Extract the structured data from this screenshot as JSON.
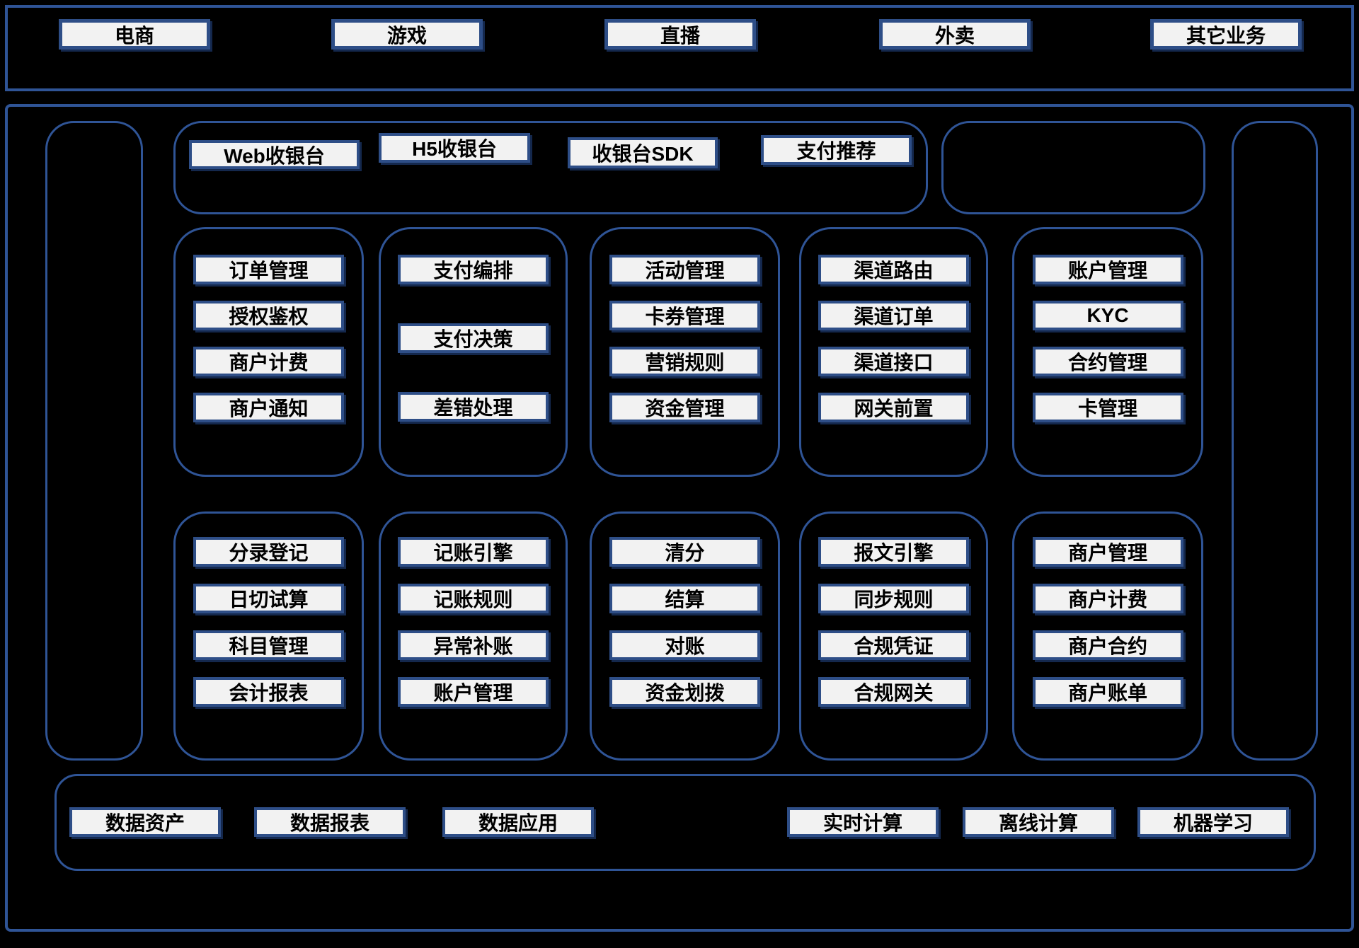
{
  "colors": {
    "canvas_bg": "#000000",
    "container_border": "#2F5496",
    "box_border": "#2E4E87",
    "box_bg": "#F2F2F2",
    "box_text": "#000000",
    "box_shadow": "#14284D"
  },
  "business_layer": {
    "items": [
      "电商",
      "游戏",
      "直播",
      "外卖",
      "其它业务"
    ]
  },
  "cashier_section": {
    "items": [
      "Web收银台",
      "H5收银台",
      "收银台SDK",
      "支付推荐"
    ]
  },
  "upper_groups": [
    {
      "items": [
        "订单管理",
        "授权鉴权",
        "商户计费",
        "商户通知"
      ]
    },
    {
      "items": [
        "支付编排",
        "支付决策",
        "差错处理"
      ]
    },
    {
      "items": [
        "活动管理",
        "卡券管理",
        "营销规则",
        "资金管理"
      ]
    },
    {
      "items": [
        "渠道路由",
        "渠道订单",
        "渠道接口",
        "网关前置"
      ]
    },
    {
      "items": [
        "账户管理",
        "KYC",
        "合约管理",
        "卡管理"
      ]
    }
  ],
  "lower_groups": [
    {
      "items": [
        "分录登记",
        "日切试算",
        "科目管理",
        "会计报表"
      ]
    },
    {
      "items": [
        "记账引擎",
        "记账规则",
        "异常补账",
        "账户管理"
      ]
    },
    {
      "items": [
        "清分",
        "结算",
        "对账",
        "资金划拨"
      ]
    },
    {
      "items": [
        "报文引擎",
        "同步规则",
        "合规凭证",
        "合规网关"
      ]
    },
    {
      "items": [
        "商户管理",
        "商户计费",
        "商户合约",
        "商户账单"
      ]
    }
  ],
  "data_layer": {
    "left": [
      "数据资产",
      "数据报表",
      "数据应用"
    ],
    "right": [
      "实时计算",
      "离线计算",
      "机器学习"
    ]
  }
}
